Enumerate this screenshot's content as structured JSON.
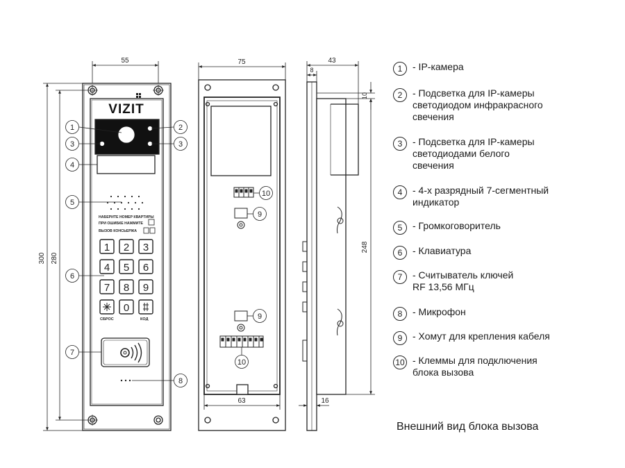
{
  "brand": "VIZIT",
  "caption": "Внешний вид блока вызова",
  "dimensions": {
    "front_top": "55",
    "front_height_outer": "300",
    "front_height_inner": "280",
    "mid_top": "75",
    "mid_bottom": "63",
    "side_top": "43",
    "side_top_small": "8",
    "side_right_small": "10",
    "side_height": "248",
    "side_bottom": "16"
  },
  "panel_text": {
    "line1": "НАБЕРИТЕ НОМЕР КВАРТИРЫ",
    "line2": "ПРИ ОШИБКЕ НАЖМИТЕ",
    "line3": "ВЫЗОВ КОНСЬЕРЖА",
    "reset": "СБРОС",
    "code": "КОД"
  },
  "keys": [
    "1",
    "2",
    "3",
    "4",
    "5",
    "6",
    "7",
    "8",
    "9",
    "0"
  ],
  "callouts": {
    "c1": "1",
    "c2": "2",
    "c3a": "3",
    "c3b": "3",
    "c4": "4",
    "c5": "5",
    "c6": "6",
    "c7": "7",
    "c8": "8",
    "c9a": "9",
    "c9b": "9",
    "c10a": "10",
    "c10b": "10"
  },
  "legend": [
    {
      "num": "1",
      "text": "- IP-камера"
    },
    {
      "num": "2",
      "text": "- Подсветка для IP-камеры\nсветодиодом инфракрасного\nсвечения"
    },
    {
      "num": "3",
      "text": "- Подсветка для IP-камеры\nсветодиодами белого\nсвечения"
    },
    {
      "num": "4",
      "text": "- 4-х разрядный 7-сегментный\nиндикатор"
    },
    {
      "num": "5",
      "text": "- Громкоговоритель"
    },
    {
      "num": "6",
      "text": "- Клавиатура"
    },
    {
      "num": "7",
      "text": "- Считыватель ключей\nRF 13,56 МГц"
    },
    {
      "num": "8",
      "text": "- Микрофон"
    },
    {
      "num": "9",
      "text": "- Хомут для крепления кабеля"
    },
    {
      "num": "10",
      "text": "- Клеммы для подключения\nблока вызова"
    }
  ]
}
